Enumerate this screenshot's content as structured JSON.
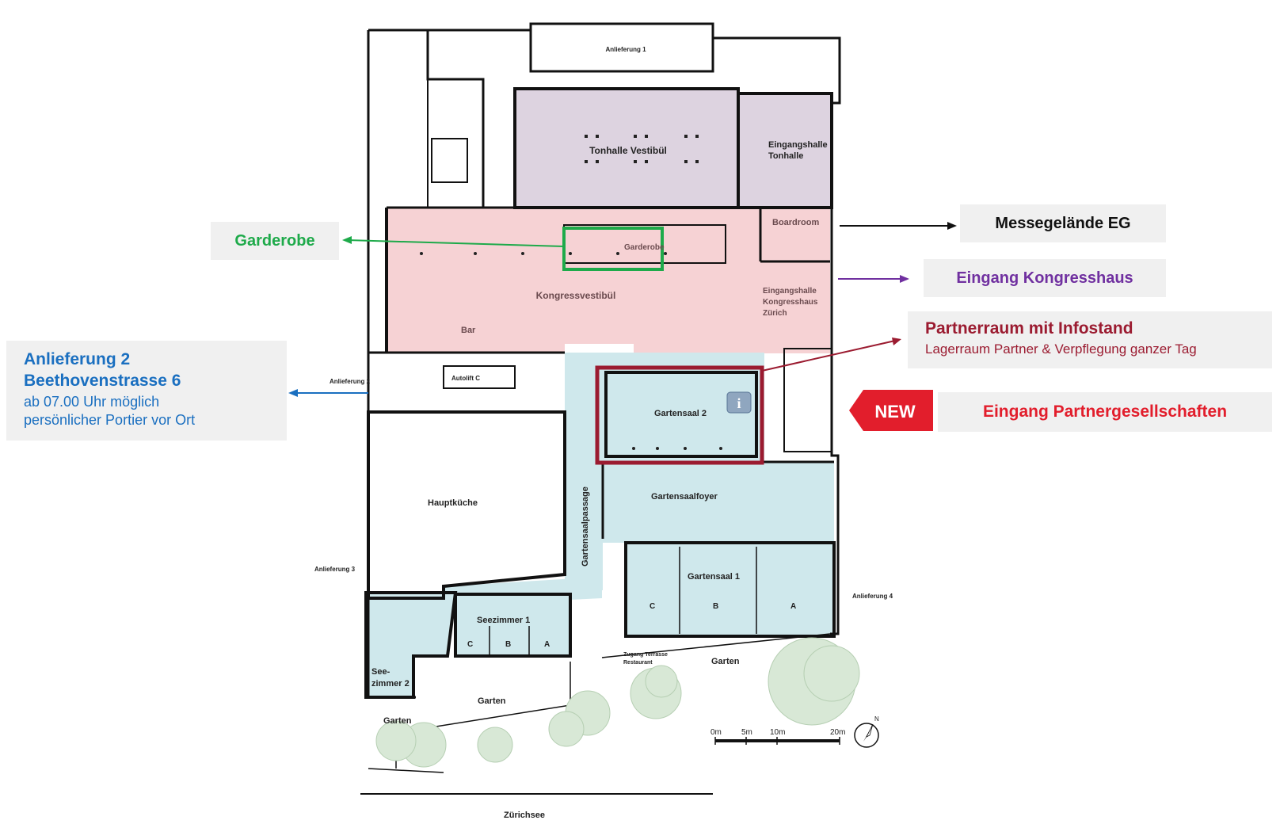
{
  "colors": {
    "green": "#1eaa4a",
    "purple": "#7030a0",
    "blue": "#1a6fc0",
    "dark_red": "#9b1b30",
    "red": "#e21e2c",
    "black": "#111111",
    "lilac_zone": "#ddd3e0",
    "pink_zone": "#f6d2d4",
    "aqua_zone": "#cfe8ec"
  },
  "callouts": {
    "garderobe": "Garderobe",
    "messegelaende": "Messegelände EG",
    "eingang_kongresshaus": "Eingang Kongresshaus",
    "partnerraum": {
      "title": "Partnerraum mit Infostand",
      "subtitle": "Lagerraum Partner & Verpflegung ganzer Tag"
    },
    "new_badge": "NEW",
    "eingang_partner": "Eingang Partnergesellschaften",
    "anlieferung2": {
      "title": "Anlieferung 2",
      "street": "Beethovenstrasse 6",
      "line1": "ab 07.00 Uhr möglich",
      "line2": "persönlicher Portier vor Ort"
    }
  },
  "rooms": {
    "anlieferung1": "Anlieferung 1",
    "tonhalle_vestibuel": "Tonhalle Vestibül",
    "eingangshalle_tonhalle_1": "Eingangshalle",
    "eingangshalle_tonhalle_2": "Tonhalle",
    "boardroom": "Boardroom",
    "garderobe": "Garderobe",
    "kongressvestibuel": "Kongressvestibül",
    "eingangshalle_kh_1": "Eingangshalle",
    "eingangshalle_kh_2": "Kongresshaus",
    "eingangshalle_kh_3": "Zürich",
    "bar": "Bar",
    "anlieferung2": "Anlieferung 2",
    "autolift": "Autolift C",
    "gartensaal2": "Gartensaal 2",
    "gartensaalfoyer": "Gartensaalfoyer",
    "hauptkueche": "Hauptküche",
    "gartensaalpassage": "Gartensaalpassage",
    "anlieferung3": "Anlieferung 3",
    "gartensaal1": "Gartensaal 1",
    "gs1_c": "C",
    "gs1_b": "B",
    "gs1_a": "A",
    "anlieferung4": "Anlieferung 4",
    "seezimmer1": "Seezimmer 1",
    "sz1_c": "C",
    "sz1_b": "B",
    "sz1_a": "A",
    "seezimmer2_1": "See-",
    "seezimmer2_2": "zimmer 2",
    "zugang_terrasse_1": "Zugang Terrasse",
    "zugang_terrasse_2": "Restaurant",
    "garten_right": "Garten",
    "garten_middle": "Garten",
    "garten_left": "Garten",
    "zuerichsee": "Zürichsee",
    "info_icon_glyph": "i"
  },
  "scale_bar": {
    "ticks": [
      "0m",
      "5m",
      "10m",
      "20m"
    ],
    "north": "N"
  },
  "icons": {
    "info": "info-icon",
    "north": "north-arrow-icon"
  }
}
